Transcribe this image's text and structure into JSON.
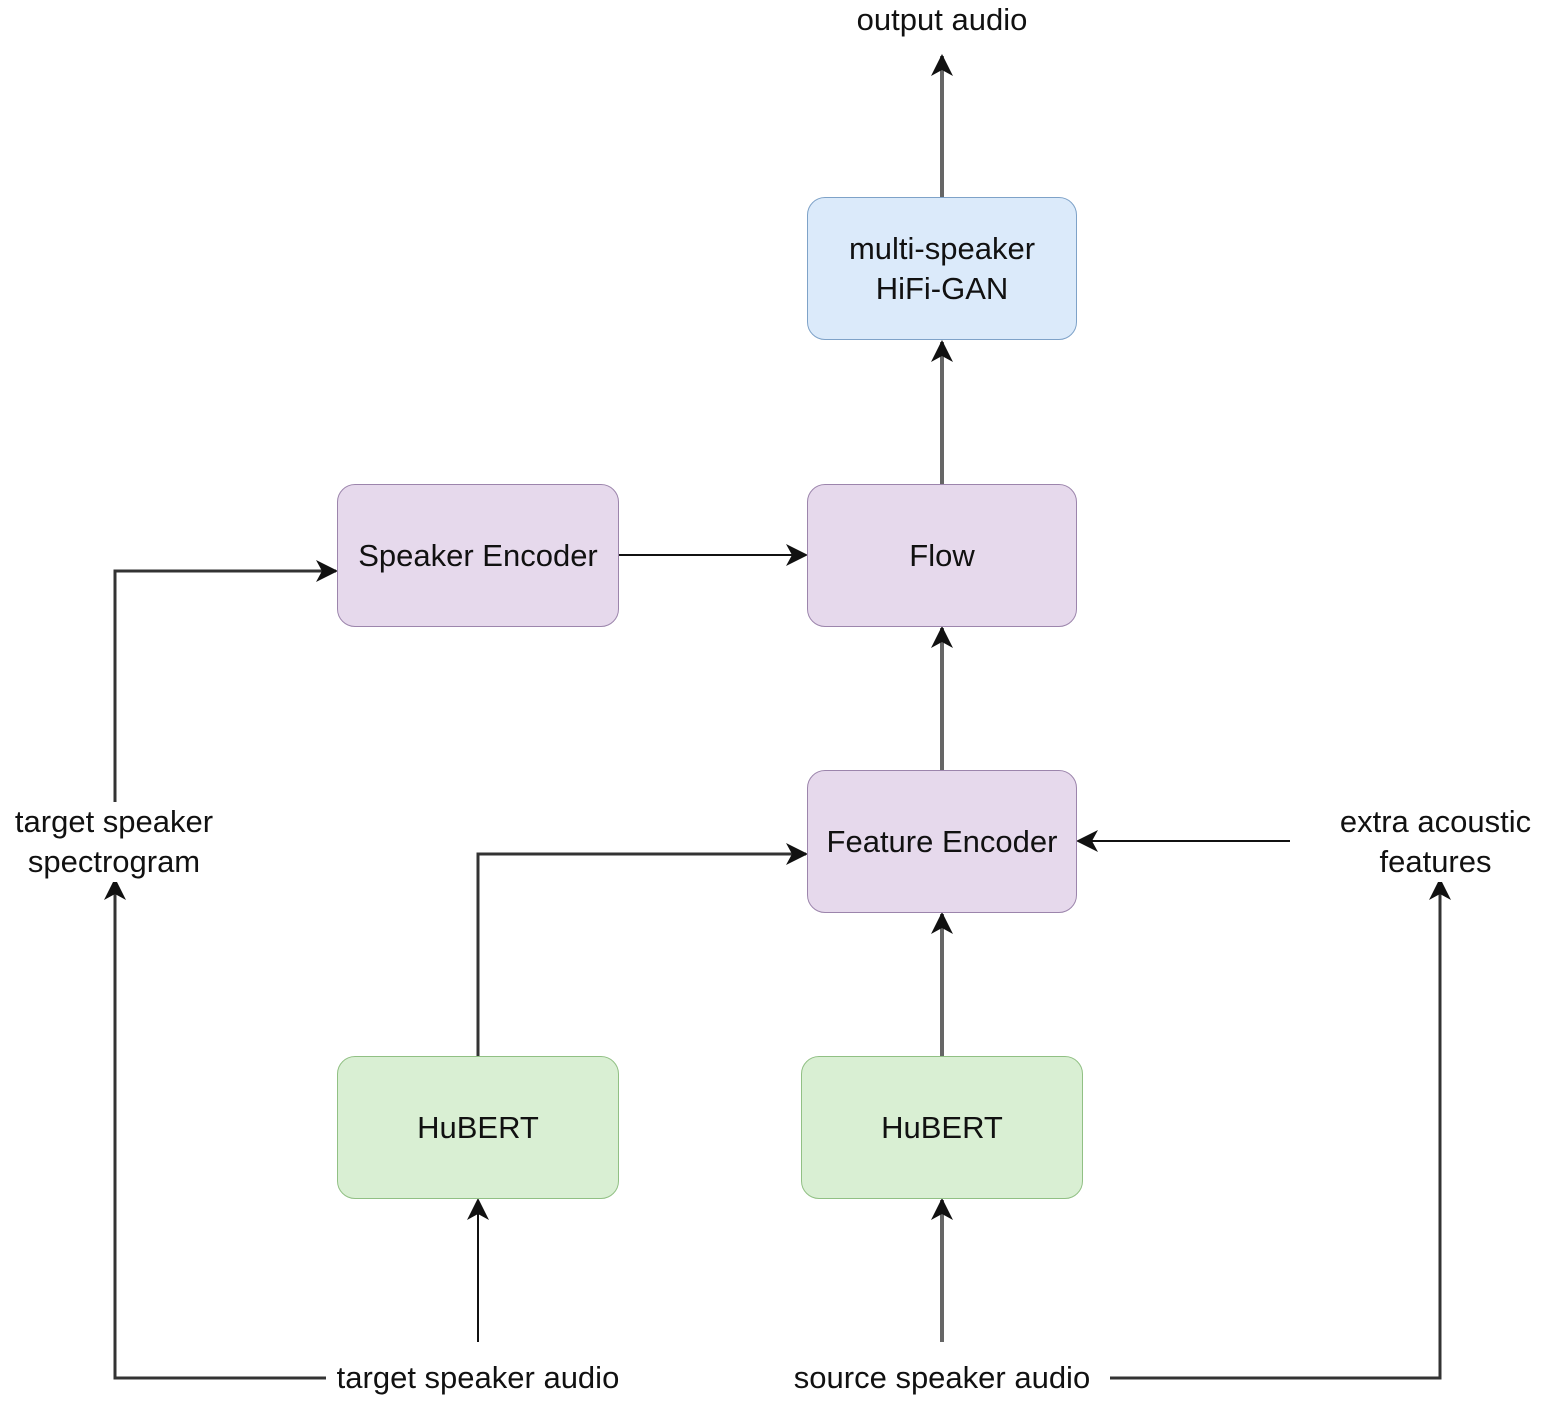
{
  "nodes": {
    "hifigan": "multi-speaker\nHiFi-GAN",
    "speaker_encoder": "Speaker Encoder",
    "flow": "Flow",
    "feature_encoder": "Feature Encoder",
    "hubert_left": "HuBERT",
    "hubert_right": "HuBERT"
  },
  "labels": {
    "output_audio": "output audio",
    "target_speaker_spectrogram": "target speaker\nspectrogram",
    "extra_acoustic_features": "extra acoustic\nfeatures",
    "target_speaker_audio": "target speaker audio",
    "source_speaker_audio": "source speaker audio"
  },
  "colors": {
    "purple_fill": "#e6d9ec",
    "blue_fill": "#dbeafa",
    "green_fill": "#d9efd3",
    "arrow_dark": "#111111",
    "arrow_gray": "#666666"
  }
}
